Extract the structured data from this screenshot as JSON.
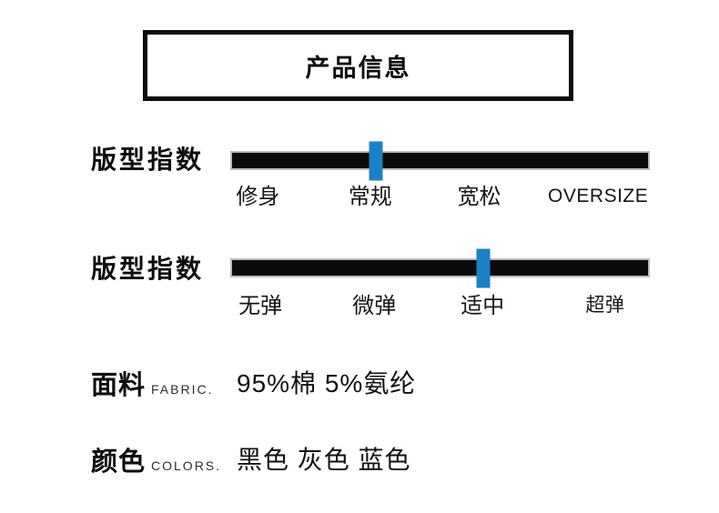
{
  "title": {
    "text": "产品信息"
  },
  "colors": {
    "accent_blue": "#1c80c6",
    "bar_black": "#0b0b0b"
  },
  "sliders": [
    {
      "label": "版型指数",
      "selected": "常规",
      "marker_left_pct": 34.5,
      "options": [
        {
          "text": "修身",
          "left_pct": 6.2
        },
        {
          "text": "常规",
          "left_pct": 33.2
        },
        {
          "text": "宽松",
          "left_pct": 59.4
        },
        {
          "text": "OVERSIZE",
          "left_pct": 88.0
        }
      ]
    },
    {
      "label": "版型指数",
      "selected": "适中",
      "marker_left_pct": 60.3,
      "options": [
        {
          "text": "无弹",
          "left_pct": 6.8
        },
        {
          "text": "微弹",
          "left_pct": 34.2
        },
        {
          "text": "适中",
          "left_pct": 60.2
        },
        {
          "text": "超弹",
          "left_pct": 89.7
        }
      ]
    }
  ],
  "details": [
    {
      "label": "面料",
      "sublabel": "FABRIC.",
      "value": "95%棉 5%氨纶"
    },
    {
      "label": "颜色",
      "sublabel": "COLORS.",
      "value": "黑色 灰色 蓝色"
    }
  ]
}
